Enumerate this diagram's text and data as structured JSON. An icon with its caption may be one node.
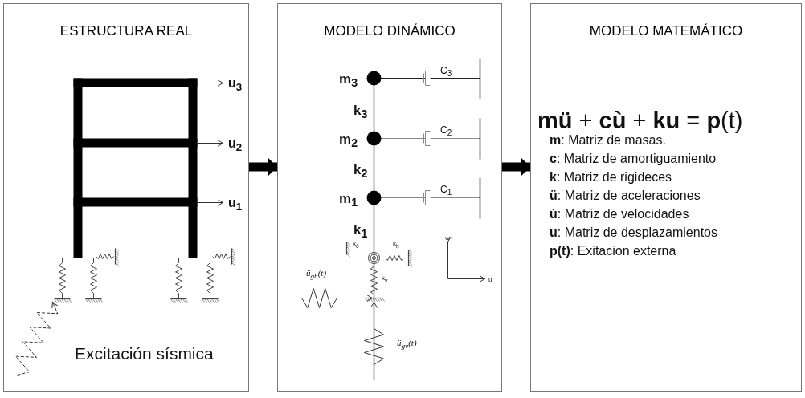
{
  "diagram": {
    "nodes": [
      {
        "text": [
          "ESTRUCTURA REAL"
        ]
      },
      {
        "text": [
          "MODELO DINÁMICO"
        ]
      },
      {
        "text": [
          "MODELO MATEMÁTICO",
          "**mü** + **cù** + **ku** = **p**(t)",
          "**m**: Matriz de masas.",
          "**c**: Matriz de amortiguamiento",
          "**k**: Matriz de rigideces",
          "**ü**: Matriz de aceleraciones",
          "**ù**: Matriz de velocidades",
          "**u**: Matriz de desplazamientos",
          "**p(t)**: Exitacion externa"
        ]
      }
    ],
    "edges": [
      {
        "from": 0,
        "to": 1,
        "arrow": "to"
      },
      {
        "from": 1,
        "to": 2,
        "arrow": "to"
      }
    ],
    "labels": [
      "u$_{3}$",
      "u$_{2}$",
      "u$_{1}$",
      "Excitación sísmica",
      "m$_{3}$",
      "C$_{3}$",
      "k$_{3}$",
      "m$_{2}$",
      "C$_{2}$",
      "k$_{2}$",
      "m$_{1}$",
      "C$_{1}$",
      "k$_{1}$",
      "k$_{θ}$",
      "k$_{h}$",
      "ü$_{gh}$(t)",
      "k$_{v}$",
      "v",
      "u",
      "ü$_{gv}$(t)"
    ]
  }
}
